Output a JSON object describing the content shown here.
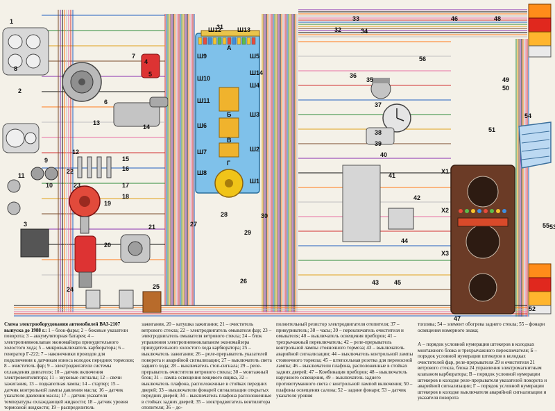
{
  "diagram": {
    "module_labels": [
      "Ш12",
      "Ш13",
      "Ш9",
      "Ш5",
      "Ш10",
      "Ш4",
      "Ш11",
      "Ш3",
      "Ш6",
      "Ш7",
      "Ш2",
      "Ш8",
      "Ш1",
      "Ш14",
      "А",
      "Б",
      "В",
      "Г"
    ],
    "cluster_labels": [
      "X1",
      "X2",
      "X3"
    ],
    "component_numbers": [
      "1",
      "2",
      "3",
      "4",
      "5",
      "6",
      "7",
      "8",
      "9",
      "10",
      "11",
      "12",
      "13",
      "14",
      "15",
      "16",
      "17",
      "18",
      "19",
      "20",
      "21",
      "22",
      "23",
      "24",
      "25",
      "26",
      "27",
      "28",
      "29",
      "30",
      "31",
      "32",
      "33",
      "34",
      "35",
      "36",
      "37",
      "38",
      "39",
      "40",
      "41",
      "42",
      "43",
      "44",
      "45",
      "46",
      "47",
      "48",
      "49",
      "50",
      "51",
      "52",
      "53",
      "54",
      "55",
      "56"
    ]
  },
  "caption": {
    "title": "Схема электрооборудования автомобилей ВАЗ-2107 выпуска до 1988 г.:",
    "col1": "1 – блок-фары; 2 – боковые указатели поворота; 3 – аккумуляторная батарея; 4 – электропневмоклапан экономайзера принудительного холостого хода; 5 – микровыключатель карбюратора; 6 – генератор Г-222; 7 – наконечники проводов для подключения к датчикам износа колодок передних тормозов; 8 – очиститель фар; 9 – электродвигатели системы охлаждения двигателя; 10 – датчик включения электровентилятора; 11 – звуковые сигналы; 12 – свечи зажигания, 13 – подкапотная лампа; 14 – стартер; 15 – датчик контрольной лампы давления масла; 16 – датчик указателя давления масла; 17 – датчик указателя температуры охлаждающей жидкости; 18 – датчик уровня тормозной жидкости; 19 – распределитель",
    "col2": "зажигания, 20 – катушка зажигания; 21 – очиститель ветрового стекла; 22 – электродвигатель омывателя фар; 23 – электродвигатель омывателя ветрового стекла; 24 – блок управления электропневмоклапаном экономайзера принудительного холостого хода карбюратора; 25 – выключатель зажигания; 26 – реле-прерыватель указателей поворота и аварийной сигнализации; 27 – выключатель света заднего хода; 28 – выключатель стоп-сигнала; 29 – реле-прерыватель очистителя ветрового стекла; 30 – монтажный блок; 31 – лампа освещения вещевого ящика, 32 – выключатель плафона, расположенные в стойках передних дверей; 33 – выключатели фонарей сигнализации открытых передних дверей; 34 – выключатель плафона расположенные в стойках задних дверей; 35 – электродвигатель вентилятора отопителя; 36 – до-",
    "col3": "полнительный резистор электродвигателя отопителя; 37 – прикуриватель; 38 – часы; 39 – переключатель очистителя и омывателя; 40 – выключатель освещения приборов; 41 – трехрычажный переключатель; 42 – реле-прерыватель контрольной лампы стояночного тормоза; 43 – выключатель аварийной сигнализации; 44 – выключатель контрольной лампы стояночного тормоза; 45 – штепсельная розетка для переносной лампы; 46 – выключатели плафона, расположенные в стойках задних дверей; 47 – Комбинация приборов; 48 – выключатель наружного освещения, 49 – выключатель заднего противотуманного света с контрольной лампой включения; 50 – плафоны освещения салона; 52 – задние фонари; 53 – датчик указателя уровня",
    "col4": "топлива; 54 – элемент обогрева заднего стекла; 55 – фонари освещения номерного знака;",
    "notes": "А – порядок условной нумерации штекеров в колодках монтажного блока и трехрычажного переключателя; Б – порядок условной нумерации штекеров в колодках очистителей фар, реле-прерывателя 29 и очистителя 21 ветрового стекла, блока 24 управления электромагнитным клапаном карбюратора; В – порядок условной нумерации штекеров в колодке реле-прерывателя указателей поворота и аварийной сигнализации; Г – порядок условной нумерации штекеров в колодке выключателя аварийной сигнализации и указателя поворота"
  }
}
